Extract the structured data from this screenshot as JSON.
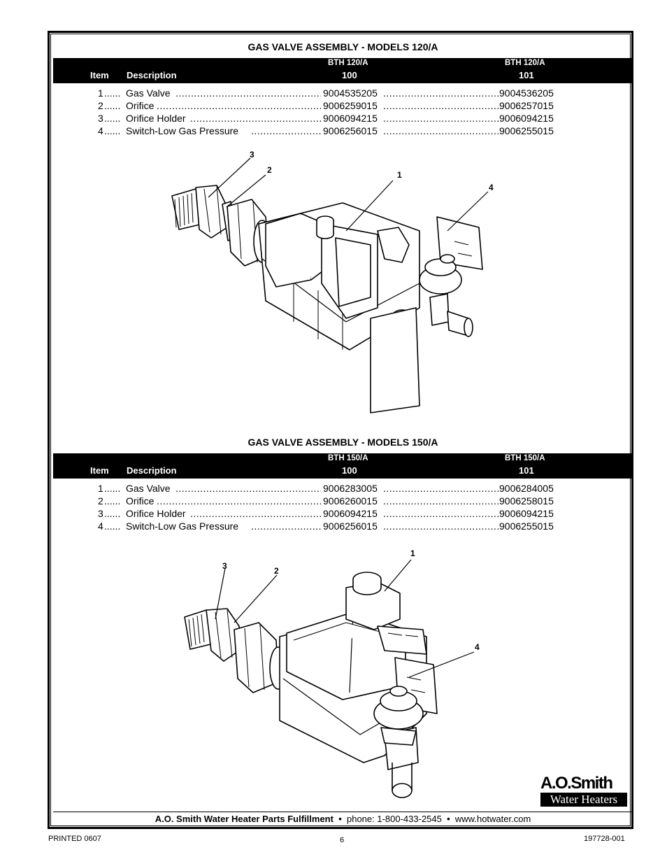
{
  "section1": {
    "title": "GAS VALVE ASSEMBLY - MODELS 120/A",
    "header": {
      "item": "Item",
      "description": "Description",
      "col1_model": "BTH 120/A",
      "col1_num": "100",
      "col2_model": "BTH 120/A",
      "col2_num": "101"
    },
    "rows": [
      {
        "item": "1",
        "description": "Gas Valve",
        "part1": "9004535205",
        "part2": "9004536205"
      },
      {
        "item": "2",
        "description": "Orifice",
        "part1": "9006259015",
        "part2": "9006257015"
      },
      {
        "item": "3",
        "description": "Orifice Holder",
        "part1": "9006094215",
        "part2": "9006094215"
      },
      {
        "item": "4",
        "description": "Switch-Low Gas Pressure",
        "part1": "9006256015",
        "part2": "9006255015"
      }
    ],
    "callouts": [
      "3",
      "2",
      "1",
      "4"
    ]
  },
  "section2": {
    "title": "GAS VALVE ASSEMBLY - MODELS 150/A",
    "header": {
      "item": "Item",
      "description": "Description",
      "col1_model": "BTH 150/A",
      "col1_num": "100",
      "col2_model": "BTH 150/A",
      "col2_num": "101"
    },
    "rows": [
      {
        "item": "1",
        "description": "Gas Valve",
        "part1": "9006283005",
        "part2": "9006284005"
      },
      {
        "item": "2",
        "description": "Orifice",
        "part1": "9006260015",
        "part2": "9006258015"
      },
      {
        "item": "3",
        "description": "Orifice Holder",
        "part1": "9006094215",
        "part2": "9006094215"
      },
      {
        "item": "4",
        "description": "Switch-Low Gas Pressure",
        "part1": "9006256015",
        "part2": "9006255015"
      }
    ],
    "callouts": [
      "1",
      "3",
      "2",
      "4"
    ]
  },
  "logo": {
    "top": "A.O.Smith",
    "bottom": "Water Heaters"
  },
  "footer": {
    "company": "A.O. Smith Water Heater Parts Fulfillment",
    "bullet": "•",
    "phone": "phone: 1-800-433-2545",
    "website": "www.hotwater.com"
  },
  "bottom": {
    "printed": "PRINTED 0607",
    "page": "6",
    "doc_number": "197728-001"
  }
}
